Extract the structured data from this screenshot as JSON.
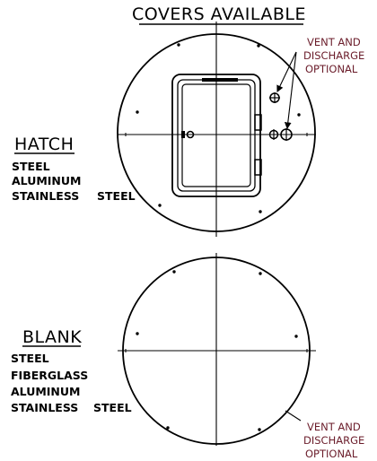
{
  "title": "COVERS AVAILABLE",
  "hatch": {
    "heading": "HATCH",
    "materials": [
      "STEEL",
      "ALUMINUM",
      "STAINLESS",
      "STEEL"
    ]
  },
  "blank": {
    "heading": "BLANK",
    "materials": [
      "STEEL",
      "FIBERGLASS",
      "ALUMINUM",
      "STAINLESS",
      "STEEL"
    ]
  },
  "notes": {
    "top": [
      "VENT AND",
      "DISCHARGE",
      "OPTIONAL"
    ],
    "bottom": [
      "VENT AND",
      "DISCHARGE",
      "OPTIONAL"
    ]
  },
  "colors": {
    "line": "#000000",
    "note": "#6b1d2b"
  }
}
